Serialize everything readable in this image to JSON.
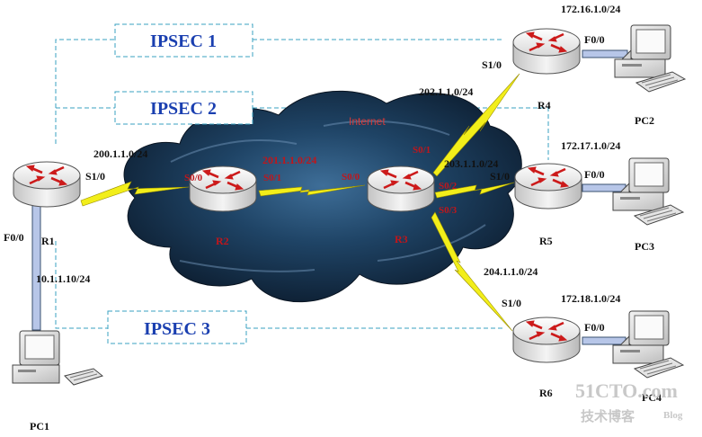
{
  "tunnels": [
    {
      "label": "IPSEC 1"
    },
    {
      "label": "IPSEC 2"
    },
    {
      "label": "IPSEC 3"
    }
  ],
  "cloud": {
    "label": "Internet"
  },
  "routers": [
    {
      "name": "R1"
    },
    {
      "name": "R2"
    },
    {
      "name": "R3"
    },
    {
      "name": "R4"
    },
    {
      "name": "R5"
    },
    {
      "name": "R6"
    }
  ],
  "pcs": [
    {
      "name": "PC1"
    },
    {
      "name": "PC2"
    },
    {
      "name": "PC3"
    },
    {
      "name": "PC4"
    }
  ],
  "networks": {
    "r1_r2": "200.1.1.0/24",
    "r2_r3": "201.1.1.0/24",
    "r3_r4": "202.1.1.0/24",
    "r3_r5": "203.1.1.0/24",
    "r3_r6": "204.1.1.0/24",
    "r1_lan": "10.1.1.10/24",
    "r4_lan": "172.16.1.0/24",
    "r5_lan": "172.17.1.0/24",
    "r6_lan": "172.18.1.0/24"
  },
  "interfaces": {
    "r1_s10": "S1/0",
    "r1_f00": "F0/0",
    "r2_s00": "S0/0",
    "r2_s01": "S0/1",
    "r3_s00": "S0/0",
    "r3_s01": "S0/1",
    "r3_s02": "S0/2",
    "r3_s03": "S0/3",
    "r4_s10": "S1/0",
    "r4_f00": "F0/0",
    "r5_s10": "S1/0",
    "r5_f00": "F0/0",
    "r6_s10": "S1/0",
    "r6_f00": "F0/0"
  },
  "watermark": {
    "site": "51CTO.com",
    "sub": "技术博客",
    "blog": "Blog"
  },
  "colors": {
    "tunnel": "#3aa0c0",
    "ipsec_text": "#1a3fb0",
    "serial_link": "#f2ee1a",
    "interface_text": "#c0161b",
    "cloud": "#1a3350",
    "router_body": "#e9e9e9"
  }
}
